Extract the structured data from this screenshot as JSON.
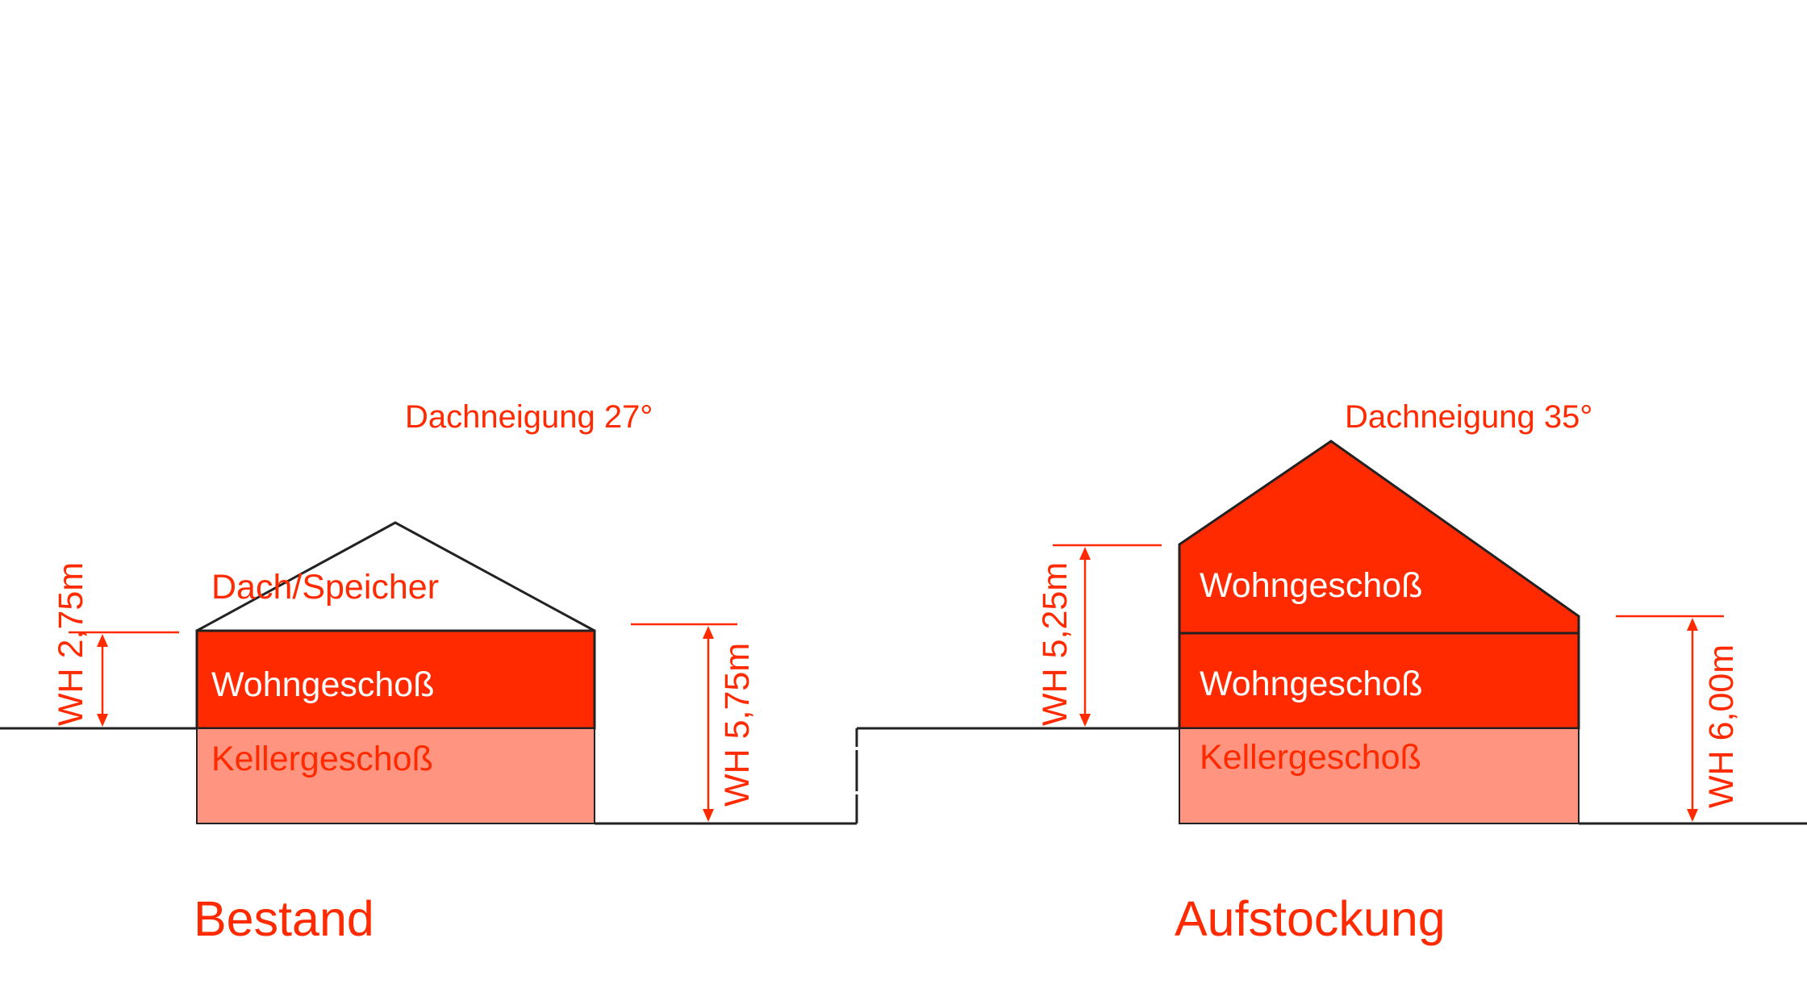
{
  "colors": {
    "accent": "#ff2a00",
    "living": "#ff2a00",
    "basement": "#ff9580",
    "line": "#222222",
    "white": "#ffffff"
  },
  "left": {
    "caption": "Bestand",
    "roof_pitch": "Dachneigung 27°",
    "attic": "Dach/Speicher",
    "living": "Wohngeschoß",
    "basement": "Kellergeschoß",
    "wh_upper": "WH 2,75m",
    "wh_lower": "WH 5,75m"
  },
  "right": {
    "caption": "Aufstockung",
    "roof_pitch": "Dachneigung 35°",
    "living_upper": "Wohngeschoß",
    "living_lower": "Wohngeschoß",
    "basement": "Kellergeschoß",
    "wh_upper": "WH 5,25m",
    "wh_lower": "WH 6,00m"
  }
}
